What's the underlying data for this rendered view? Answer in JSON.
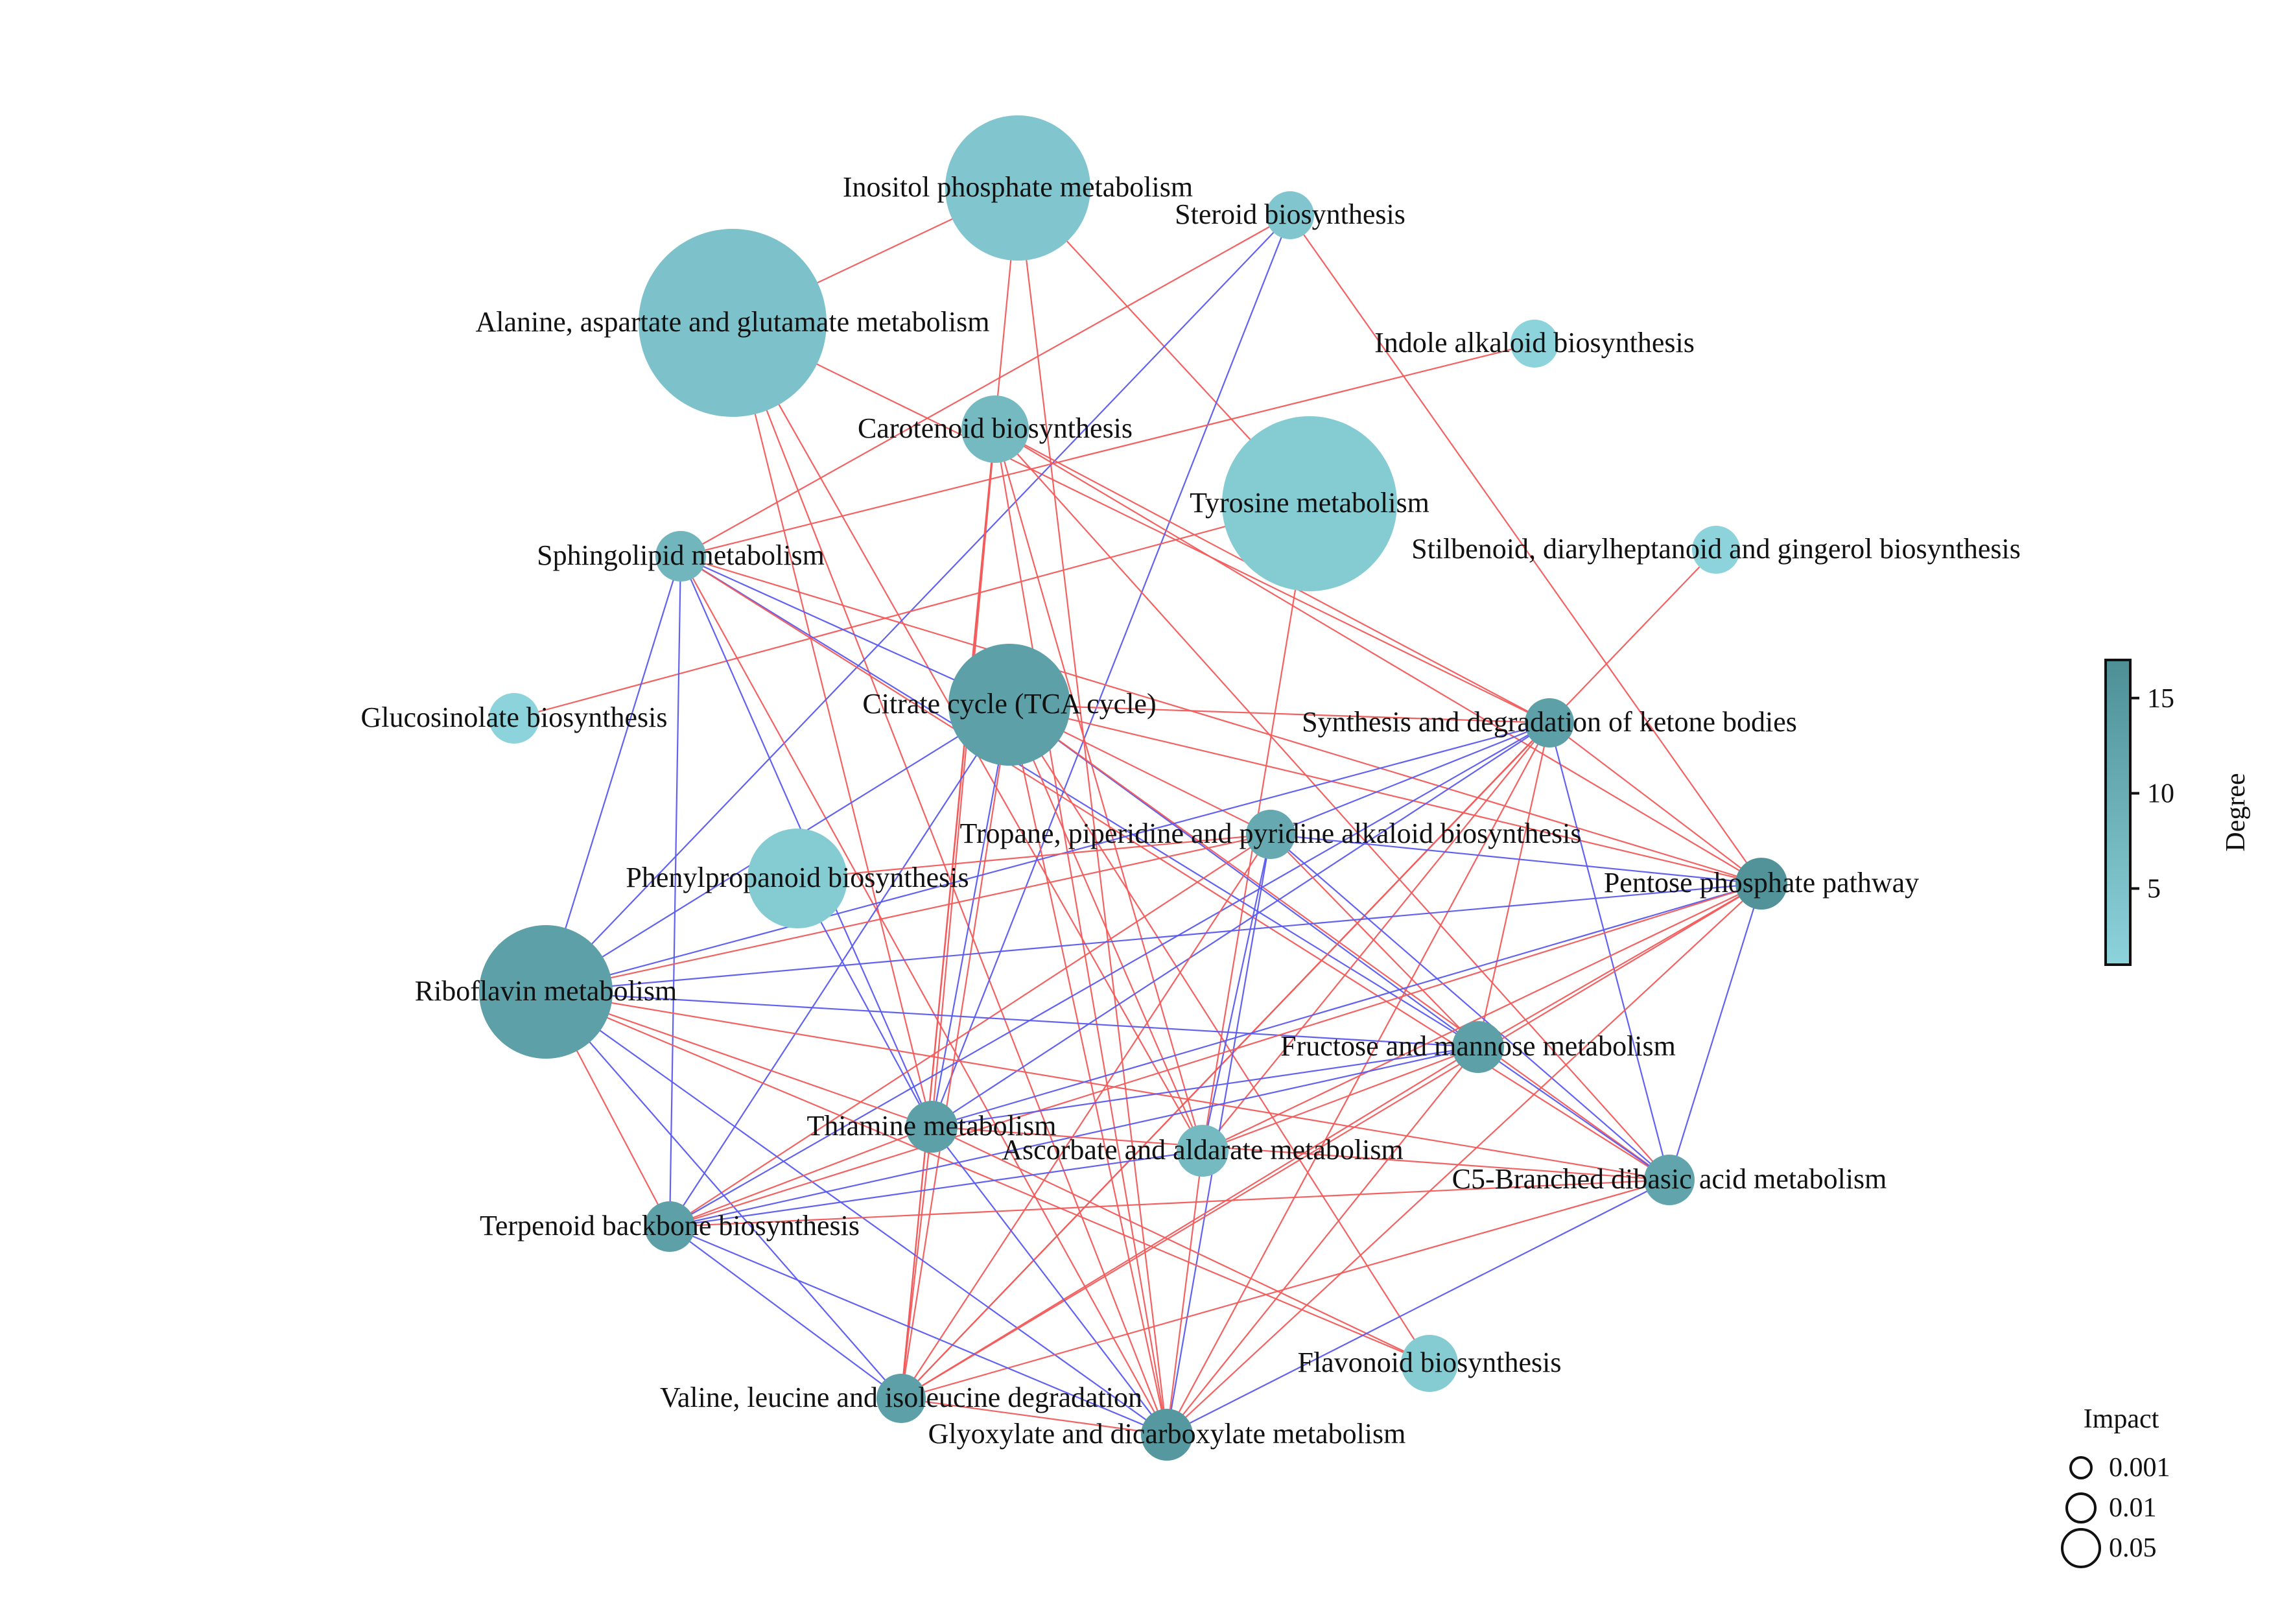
{
  "network": {
    "nodes": [
      {
        "id": "inositol",
        "label": "Inositol phosphate metabolism",
        "degree": 4
      },
      {
        "id": "steroid",
        "label": "Steroid biosynthesis",
        "degree": 4
      },
      {
        "id": "alanine",
        "label": "Alanine, aspartate and glutamate metabolism",
        "degree": 5
      },
      {
        "id": "indole",
        "label": "Indole alkaloid biosynthesis",
        "degree": 1
      },
      {
        "id": "carotenoid",
        "label": "Carotenoid biosynthesis",
        "degree": 7
      },
      {
        "id": "tyrosine",
        "label": "Tyrosine metabolism",
        "degree": 3
      },
      {
        "id": "sphingolipid",
        "label": "Sphingolipid metabolism",
        "degree": 8
      },
      {
        "id": "stilbenoid",
        "label": "Stilbenoid, diarylheptanoid and gingerol biosynthesis",
        "degree": 1
      },
      {
        "id": "glucosinolate",
        "label": "Glucosinolate biosynthesis",
        "degree": 1
      },
      {
        "id": "citrate",
        "label": "Citrate cycle (TCA cycle)",
        "degree": 13
      },
      {
        "id": "ketone",
        "label": "Synthesis and degradation of ketone bodies",
        "degree": 13
      },
      {
        "id": "tropane",
        "label": "Tropane, piperidine and pyridine alkaloid biosynthesis",
        "degree": 11
      },
      {
        "id": "phenylpropanoid",
        "label": "Phenylpropanoid biosynthesis",
        "degree": 3
      },
      {
        "id": "pentose",
        "label": "Pentose phosphate pathway",
        "degree": 16
      },
      {
        "id": "riboflavin",
        "label": "Riboflavin metabolism",
        "degree": 13
      },
      {
        "id": "fructose",
        "label": "Fructose and mannose metabolism",
        "degree": 13
      },
      {
        "id": "thiamine",
        "label": "Thiamine metabolism",
        "degree": 13
      },
      {
        "id": "ascorbate",
        "label": "Ascorbate and aldarate metabolism",
        "degree": 7
      },
      {
        "id": "c5",
        "label": "C5-Branched dibasic acid metabolism",
        "degree": 12
      },
      {
        "id": "terpenoid",
        "label": "Terpenoid backbone biosynthesis",
        "degree": 13
      },
      {
        "id": "flavonoid",
        "label": "Flavonoid biosynthesis",
        "degree": 3
      },
      {
        "id": "valine",
        "label": "Valine, leucine and isoleucine degradation",
        "degree": 13
      },
      {
        "id": "glyoxylate",
        "label": "Glyoxylate and dicarboxylate metabolism",
        "degree": 15
      }
    ],
    "edges": [
      [
        "alanine",
        "inositol",
        "pos"
      ],
      [
        "alanine",
        "ketone",
        "pos"
      ],
      [
        "alanine",
        "thiamine",
        "pos"
      ],
      [
        "alanine",
        "glyoxylate",
        "pos"
      ],
      [
        "alanine",
        "ascorbate",
        "pos"
      ],
      [
        "inositol",
        "tyrosine",
        "pos"
      ],
      [
        "inositol",
        "glyoxylate",
        "pos"
      ],
      [
        "inositol",
        "valine",
        "pos"
      ],
      [
        "steroid",
        "sphingolipid",
        "pos"
      ],
      [
        "steroid",
        "pentose",
        "pos"
      ],
      [
        "steroid",
        "riboflavin",
        "neg"
      ],
      [
        "steroid",
        "thiamine",
        "neg"
      ],
      [
        "indole",
        "sphingolipid",
        "pos"
      ],
      [
        "carotenoid",
        "pentose",
        "pos"
      ],
      [
        "carotenoid",
        "ketone",
        "pos"
      ],
      [
        "carotenoid",
        "thiamine",
        "pos"
      ],
      [
        "carotenoid",
        "glyoxylate",
        "pos"
      ],
      [
        "carotenoid",
        "valine",
        "pos"
      ],
      [
        "carotenoid",
        "c5",
        "pos"
      ],
      [
        "carotenoid",
        "ascorbate",
        "pos"
      ],
      [
        "tyrosine",
        "ascorbate",
        "pos"
      ],
      [
        "stilbenoid",
        "valine",
        "pos"
      ],
      [
        "glucosinolate",
        "tyrosine",
        "pos"
      ],
      [
        "sphingolipid",
        "riboflavin",
        "neg"
      ],
      [
        "sphingolipid",
        "terpenoid",
        "neg"
      ],
      [
        "sphingolipid",
        "thiamine",
        "neg"
      ],
      [
        "sphingolipid",
        "fructose",
        "neg"
      ],
      [
        "sphingolipid",
        "citrate",
        "neg"
      ],
      [
        "sphingolipid",
        "pentose",
        "pos"
      ],
      [
        "sphingolipid",
        "c5",
        "pos"
      ],
      [
        "sphingolipid",
        "glyoxylate",
        "pos"
      ],
      [
        "citrate",
        "ketone",
        "pos"
      ],
      [
        "citrate",
        "pentose",
        "pos"
      ],
      [
        "citrate",
        "fructose",
        "neg"
      ],
      [
        "citrate",
        "riboflavin",
        "neg"
      ],
      [
        "citrate",
        "thiamine",
        "neg"
      ],
      [
        "citrate",
        "valine",
        "pos"
      ],
      [
        "citrate",
        "glyoxylate",
        "pos"
      ],
      [
        "citrate",
        "terpenoid",
        "neg"
      ],
      [
        "citrate",
        "c5",
        "pos"
      ],
      [
        "citrate",
        "ascorbate",
        "pos"
      ],
      [
        "citrate",
        "flavonoid",
        "pos"
      ],
      [
        "citrate",
        "tropane",
        "pos"
      ],
      [
        "ketone",
        "tropane",
        "neg"
      ],
      [
        "ketone",
        "riboflavin",
        "neg"
      ],
      [
        "ketone",
        "thiamine",
        "neg"
      ],
      [
        "ketone",
        "terpenoid",
        "neg"
      ],
      [
        "ketone",
        "valine",
        "pos"
      ],
      [
        "ketone",
        "glyoxylate",
        "pos"
      ],
      [
        "ketone",
        "ascorbate",
        "pos"
      ],
      [
        "ketone",
        "c5",
        "neg"
      ],
      [
        "ketone",
        "fructose",
        "pos"
      ],
      [
        "ketone",
        "pentose",
        "pos"
      ],
      [
        "tropane",
        "pentose",
        "neg"
      ],
      [
        "tropane",
        "riboflavin",
        "pos"
      ],
      [
        "tropane",
        "fructose",
        "pos"
      ],
      [
        "tropane",
        "c5",
        "neg"
      ],
      [
        "tropane",
        "terpenoid",
        "pos"
      ],
      [
        "tropane",
        "glyoxylate",
        "neg"
      ],
      [
        "tropane",
        "valine",
        "pos"
      ],
      [
        "tropane",
        "ascorbate",
        "neg"
      ],
      [
        "tropane",
        "phenylpropanoid",
        "pos"
      ],
      [
        "phenylpropanoid",
        "thiamine",
        "neg"
      ],
      [
        "riboflavin",
        "pentose",
        "neg"
      ],
      [
        "riboflavin",
        "fructose",
        "neg"
      ],
      [
        "riboflavin",
        "thiamine",
        "pos"
      ],
      [
        "riboflavin",
        "c5",
        "pos"
      ],
      [
        "riboflavin",
        "terpenoid",
        "pos"
      ],
      [
        "riboflavin",
        "valine",
        "neg"
      ],
      [
        "riboflavin",
        "glyoxylate",
        "neg"
      ],
      [
        "riboflavin",
        "flavonoid",
        "pos"
      ],
      [
        "pentose",
        "fructose",
        "pos"
      ],
      [
        "pentose",
        "thiamine",
        "neg"
      ],
      [
        "pentose",
        "terpenoid",
        "pos"
      ],
      [
        "pentose",
        "valine",
        "pos"
      ],
      [
        "pentose",
        "glyoxylate",
        "pos"
      ],
      [
        "pentose",
        "c5",
        "neg"
      ],
      [
        "pentose",
        "ascorbate",
        "pos"
      ],
      [
        "fructose",
        "thiamine",
        "neg"
      ],
      [
        "fructose",
        "c5",
        "neg"
      ],
      [
        "fructose",
        "valine",
        "pos"
      ],
      [
        "fructose",
        "glyoxylate",
        "pos"
      ],
      [
        "fructose",
        "terpenoid",
        "neg"
      ],
      [
        "fructose",
        "ascorbate",
        "pos"
      ],
      [
        "thiamine",
        "terpenoid",
        "pos"
      ],
      [
        "thiamine",
        "valine",
        "pos"
      ],
      [
        "thiamine",
        "glyoxylate",
        "neg"
      ],
      [
        "thiamine",
        "c5",
        "pos"
      ],
      [
        "thiamine",
        "flavonoid",
        "pos"
      ],
      [
        "ascorbate",
        "terpenoid",
        "neg"
      ],
      [
        "ascorbate",
        "glyoxylate",
        "pos"
      ],
      [
        "c5",
        "glyoxylate",
        "neg"
      ],
      [
        "c5",
        "terpenoid",
        "pos"
      ],
      [
        "c5",
        "valine",
        "pos"
      ],
      [
        "terpenoid",
        "valine",
        "neg"
      ],
      [
        "terpenoid",
        "glyoxylate",
        "neg"
      ],
      [
        "valine",
        "glyoxylate",
        "pos"
      ]
    ]
  },
  "colorbar": {
    "title": "Degree",
    "ticks": [
      "15",
      "10",
      "5"
    ],
    "tick_values": [
      15,
      10,
      5
    ],
    "min": 1,
    "max": 17,
    "color_low": "#8dd3db",
    "color_high": "#4e8f96"
  },
  "size_legend": {
    "title": "Impact",
    "items": [
      "0.001",
      "0.01",
      "0.05"
    ]
  },
  "colors": {
    "positive_edge": "#f25a5a",
    "negative_edge": "#5a5af0",
    "node_outline": "none"
  }
}
